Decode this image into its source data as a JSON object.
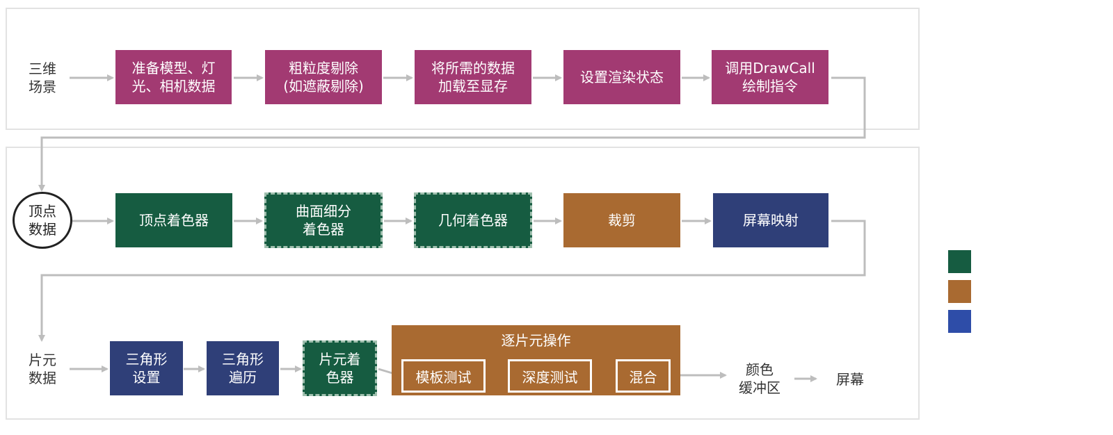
{
  "row1": {
    "start_label": "三维\n场景",
    "steps": [
      "准备模型、灯\n光、相机数据",
      "粗粒度剔除\n(如遮蔽剔除)",
      "将所需的数据\n加载至显存",
      "设置渲染状态",
      "调用DrawCall\n绘制指令"
    ]
  },
  "row2": {
    "start_label": "顶点\n数据",
    "steps": [
      "顶点着色器",
      "曲面细分\n着色器",
      "几何着色器",
      "裁剪",
      "屏幕映射"
    ]
  },
  "row3": {
    "start_label": "片元\n数据",
    "steps": [
      "三角形\n设置",
      "三角形\n遍历",
      "片元着\n色器"
    ],
    "group_title": "逐片元操作",
    "group_steps": [
      "模板测试",
      "深度测试",
      "混合"
    ],
    "end_labels": [
      "颜色\n缓冲区",
      "屏幕"
    ]
  },
  "colors": {
    "application": "#a23a72",
    "programmable": "#165c41",
    "configurable": "#a96a31",
    "fixed": "#2f3f78",
    "legend_blue": "#2e4da8",
    "arrow": "#bdbdbd"
  }
}
